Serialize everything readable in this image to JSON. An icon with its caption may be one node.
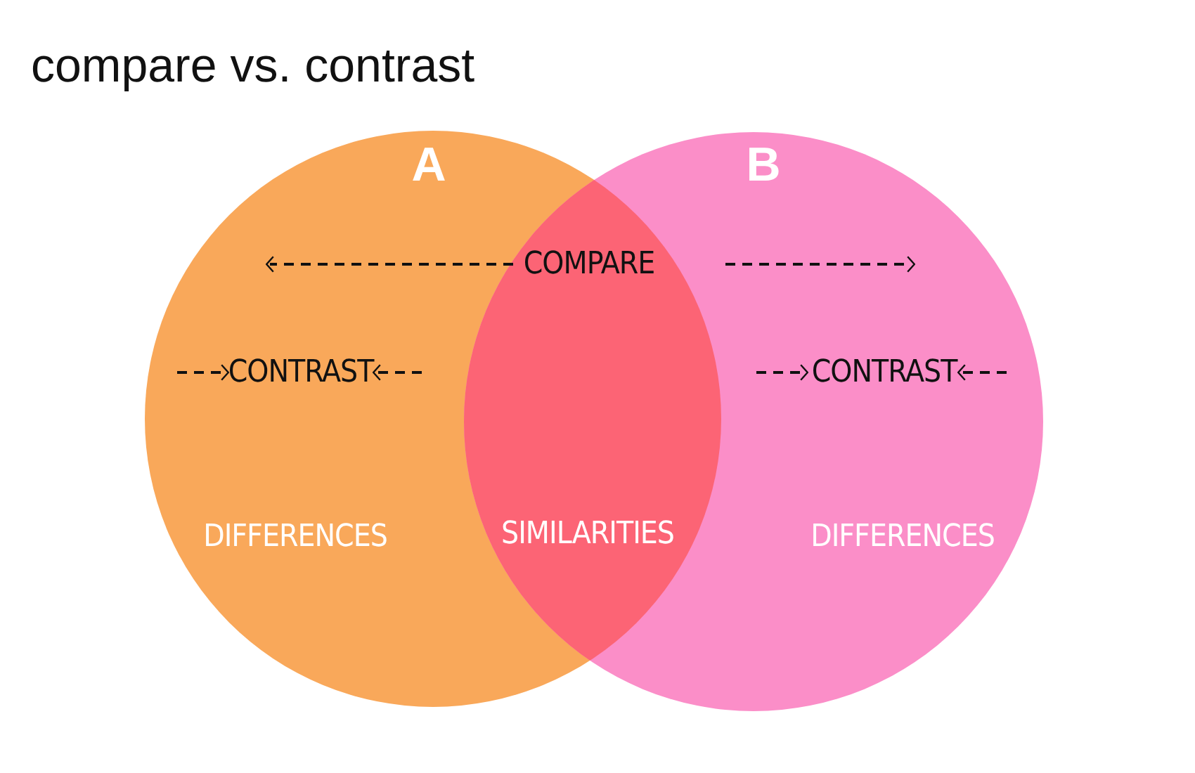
{
  "diagram": {
    "title": "compare vs. contrast",
    "nodes": [
      {
        "text": [
          "A",
          "CONTRAST",
          "DIFFERENCES"
        ]
      },
      {
        "text": [
          "B",
          "CONTRAST",
          "DIFFERENCES"
        ]
      }
    ],
    "edges": [],
    "labels": [
      "COMPARE",
      "SIMILARITIES"
    ]
  }
}
